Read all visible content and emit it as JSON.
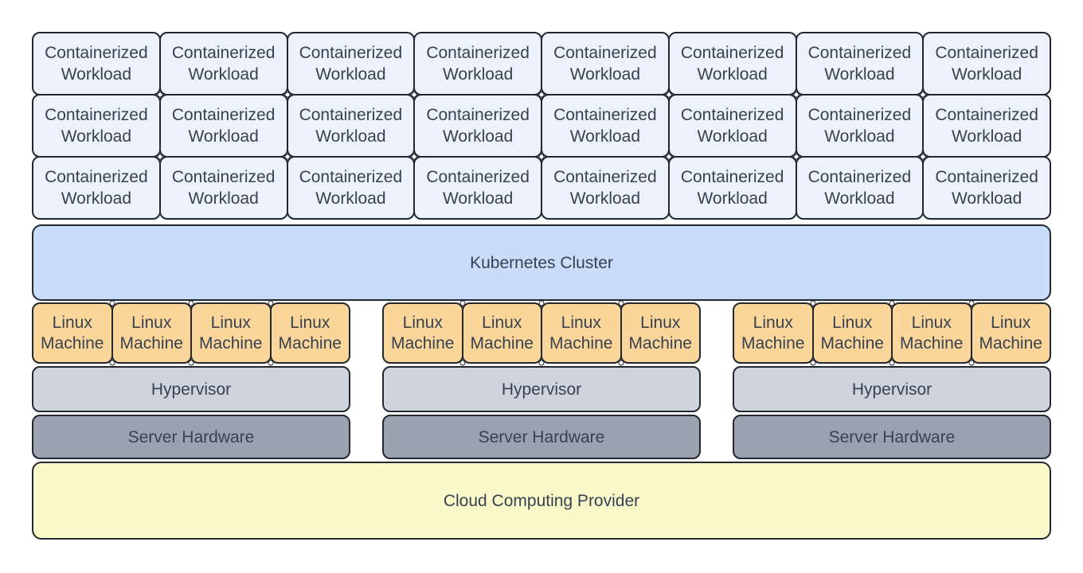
{
  "diagram": {
    "workload_grid": {
      "rows": 3,
      "cols": 8,
      "box_label": "Containerized Workload"
    },
    "cluster": {
      "label": "Kubernetes Cluster"
    },
    "node_groups": [
      {
        "machines": [
          "Linux Machine",
          "Linux Machine",
          "Linux Machine",
          "Linux Machine"
        ],
        "hypervisor_label": "Hypervisor",
        "server_label": "Server Hardware"
      },
      {
        "machines": [
          "Linux Machine",
          "Linux Machine",
          "Linux Machine",
          "Linux Machine"
        ],
        "hypervisor_label": "Hypervisor",
        "server_label": "Server Hardware"
      },
      {
        "machines": [
          "Linux Machine",
          "Linux Machine",
          "Linux Machine",
          "Linux Machine"
        ],
        "hypervisor_label": "Hypervisor",
        "server_label": "Server Hardware"
      }
    ],
    "cloud": {
      "label": "Cloud Computing Provider"
    },
    "colors": {
      "workload_fill": "#EBF2FC",
      "cluster_fill": "#C9DDF8",
      "machine_fill": "#FBD69A",
      "hypervisor_fill": "#CED4DD",
      "server_fill": "#9AA2AF",
      "cloud_fill": "#F9F9C9",
      "stroke": "#222830",
      "text": "#384150"
    }
  }
}
